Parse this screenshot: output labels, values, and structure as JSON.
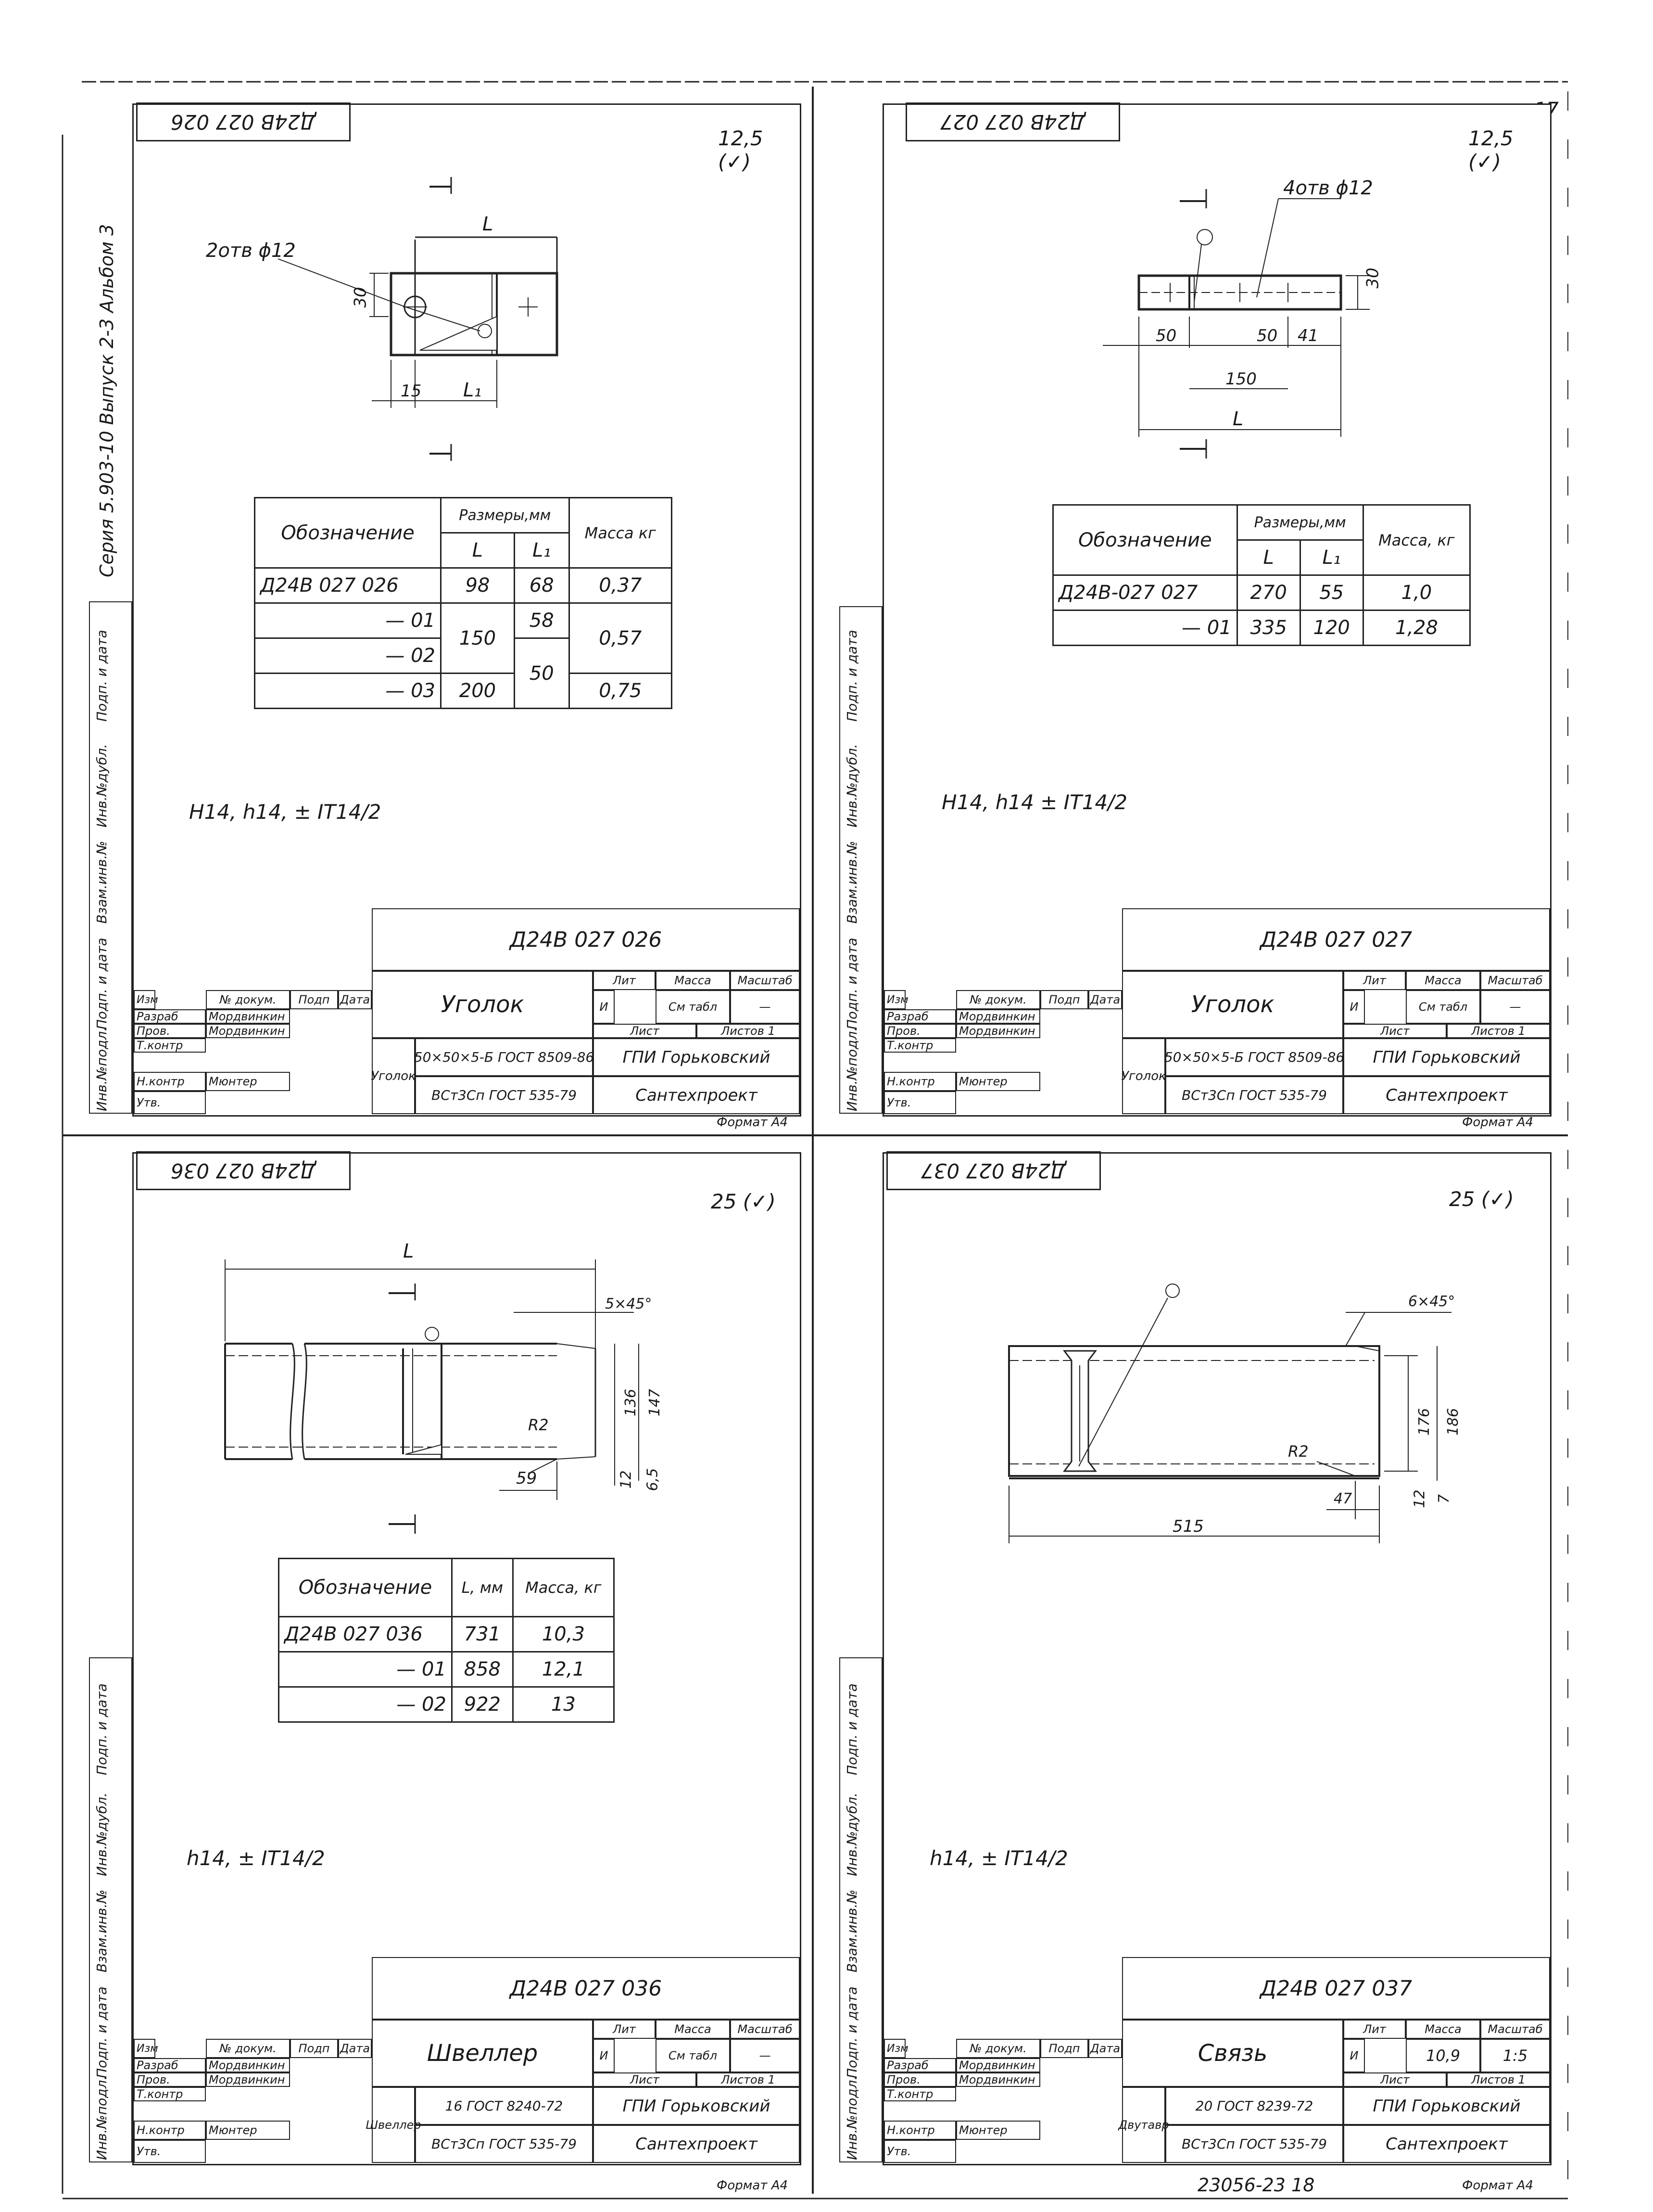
{
  "series_label": "Серия 5.903-10   Выпуск 2-3   Альбом 3",
  "page_number": "17",
  "footer_code": "23056-23   18",
  "side_labels": [
    "Подп. и дата",
    "Инв.№дубл.",
    "Взам.инв.№",
    "Подп. и дата",
    "Инв.№подл."
  ],
  "stamp_headers": {
    "izm": "Изм",
    "list": "Лист",
    "ndoc": "№ докум.",
    "podp": "Подп",
    "data": "Дата",
    "razrab": "Разраб",
    "prov": "Пров.",
    "tkontr": "Т.контр",
    "nkontr": "Н.контр",
    "utv": "Утв.",
    "lit": "Лит",
    "massa": "Масса",
    "masshtab": "Масштаб",
    "sheet": "Лист",
    "sheets": "Листов 1",
    "org1": "ГПИ Горьковский",
    "org2": "Сантехпроект",
    "fmt": "Формат А4",
    "razrab_name": "Мордвинкин",
    "prov_name": "Мордвинкин",
    "nkontr_name": "Мюнтер"
  },
  "drawings": [
    {
      "code": "Д24В 027 026",
      "roughness": "12,5 (✓)",
      "title": "Уголок",
      "lit": "И",
      "mass": "См табл",
      "scale": "—",
      "material_top": "50×50×5-Б ГОСТ 8509-86",
      "material_bottom": "ВСт3Сп ГОСТ 535-79",
      "material_prefix": "Уголок",
      "tolerance": "H14, h14, ± IT14/2",
      "callouts": {
        "holes": "2отв ϕ12",
        "L": "L",
        "L1": "L₁",
        "dim15": "15",
        "dim30": "30"
      },
      "table": {
        "headers": [
          "Обозначение",
          "Размеры,мм",
          "Масса кг",
          "L",
          "L₁"
        ],
        "rows": [
          [
            "Д24В 027 026",
            "98",
            "68",
            "0,37"
          ],
          [
            "— 01",
            "150",
            "58",
            "0,57"
          ],
          [
            "— 02",
            "",
            "50",
            ""
          ],
          [
            "— 03",
            "200",
            "",
            "0,75"
          ]
        ]
      }
    },
    {
      "code": "Д24В 027 027",
      "roughness": "12,5 (✓)",
      "title": "Уголок",
      "lit": "И",
      "mass": "См табл",
      "scale": "—",
      "material_top": "50×50×5-Б ГОСТ 8509-86",
      "material_bottom": "ВСт3Сп ГОСТ 535-79",
      "material_prefix": "Уголок",
      "tolerance": "H14, h14 ± IT14/2",
      "callouts": {
        "holes": "4отв ϕ12",
        "L": "L",
        "dim50a": "50",
        "dim50b": "50",
        "dim41": "41",
        "dim150": "150",
        "dim30": "30"
      },
      "table": {
        "headers": [
          "Обозначение",
          "Размеры,мм",
          "Масса, кг",
          "L",
          "L₁"
        ],
        "rows": [
          [
            "Д24В-027 027",
            "270",
            "55",
            "1,0"
          ],
          [
            "— 01",
            "335",
            "120",
            "1,28"
          ]
        ]
      }
    },
    {
      "code": "Д24В 027 036",
      "roughness": "25 (✓)",
      "title": "Швеллер",
      "lit": "И",
      "mass": "См табл",
      "scale": "—",
      "material_top": "16 ГОСТ 8240-72",
      "material_bottom": "ВСт3Сп ГОСТ 535-79",
      "material_prefix": "Швеллер",
      "tolerance": "h14, ± IT14/2",
      "callouts": {
        "L": "L",
        "chamfer": "5×45°",
        "R": "R2",
        "dim136": "136",
        "dim147": "147",
        "dim12": "12",
        "dim65": "6,5",
        "dim59": "59"
      },
      "table": {
        "headers": [
          "Обозначение",
          "L, мм",
          "Масса, кг"
        ],
        "rows": [
          [
            "Д24В 027 036",
            "731",
            "10,3"
          ],
          [
            "— 01",
            "858",
            "12,1"
          ],
          [
            "— 02",
            "922",
            "13"
          ]
        ]
      }
    },
    {
      "code": "Д24В 027 037",
      "roughness": "25 (✓)",
      "title": "Связь",
      "lit": "И",
      "mass": "10,9",
      "scale": "1:5",
      "material_top": "20 ГОСТ 8239-72",
      "material_bottom": "ВСт3Сп ГОСТ 535-79",
      "material_prefix": "Двутавр",
      "tolerance": "h14, ± IT14/2",
      "callouts": {
        "chamfer": "6×45°",
        "R": "R2",
        "dim176": "176",
        "dim186": "186",
        "dim47": "47",
        "dim12": "12",
        "dim7": "7",
        "dim515": "515"
      }
    }
  ]
}
